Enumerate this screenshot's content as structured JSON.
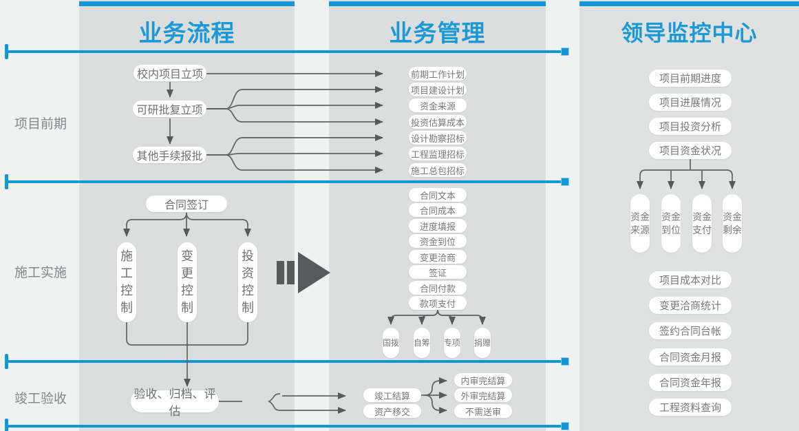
{
  "colors": {
    "accent_blue": "#1197d6",
    "column_bg": "#dcdddd",
    "monitor_column_bg": "#e0e1e1",
    "page_bg": "#f0f1f1",
    "connector_line": "#5f6165",
    "arrow_fill": "#58595b",
    "pill_text": "#77787b"
  },
  "headers": {
    "col1": "业务流程",
    "col2": "业务管理",
    "col3": "领导监控中心"
  },
  "row_labels": {
    "pre": "项目前期",
    "build": "施工实施",
    "accept": "竣工验收"
  },
  "process": {
    "pre_steps": [
      "校内项目立项",
      "可研批复立项",
      "其他手续报批"
    ],
    "contract_sign": "合同签订",
    "controls": [
      "施工控制",
      "变更控制",
      "投资控制"
    ],
    "acceptance": "验收、归档、评估"
  },
  "management": {
    "pre": [
      "前期工作计划",
      "项目建设计划",
      "资金来源",
      "投资估算成本",
      "设计勘察招标",
      "工程监理招标",
      "施工总包招标"
    ],
    "build": [
      "合同文本",
      "合同成本",
      "进度填报",
      "资金到位",
      "变更洽商",
      "签证",
      "合同付款",
      "款项支付"
    ],
    "fund_sources": [
      "国拨",
      "自筹",
      "专项",
      "捐赠"
    ],
    "accept": [
      "竣工结算",
      "资产移交"
    ],
    "audit": [
      "内审完结算",
      "外审完结算",
      "不需送审"
    ]
  },
  "monitor": {
    "top": [
      "项目前期进度",
      "项目进展情况",
      "项目投资分析",
      "项目资金状况"
    ],
    "funds": [
      "资金来源",
      "资金到位",
      "资金支付",
      "资金剩余"
    ],
    "reports": [
      "项目成本对比",
      "变更洽商统计",
      "签约合同台帐",
      "合同资金月报",
      "合同资金年报",
      "工程资料查询"
    ]
  }
}
